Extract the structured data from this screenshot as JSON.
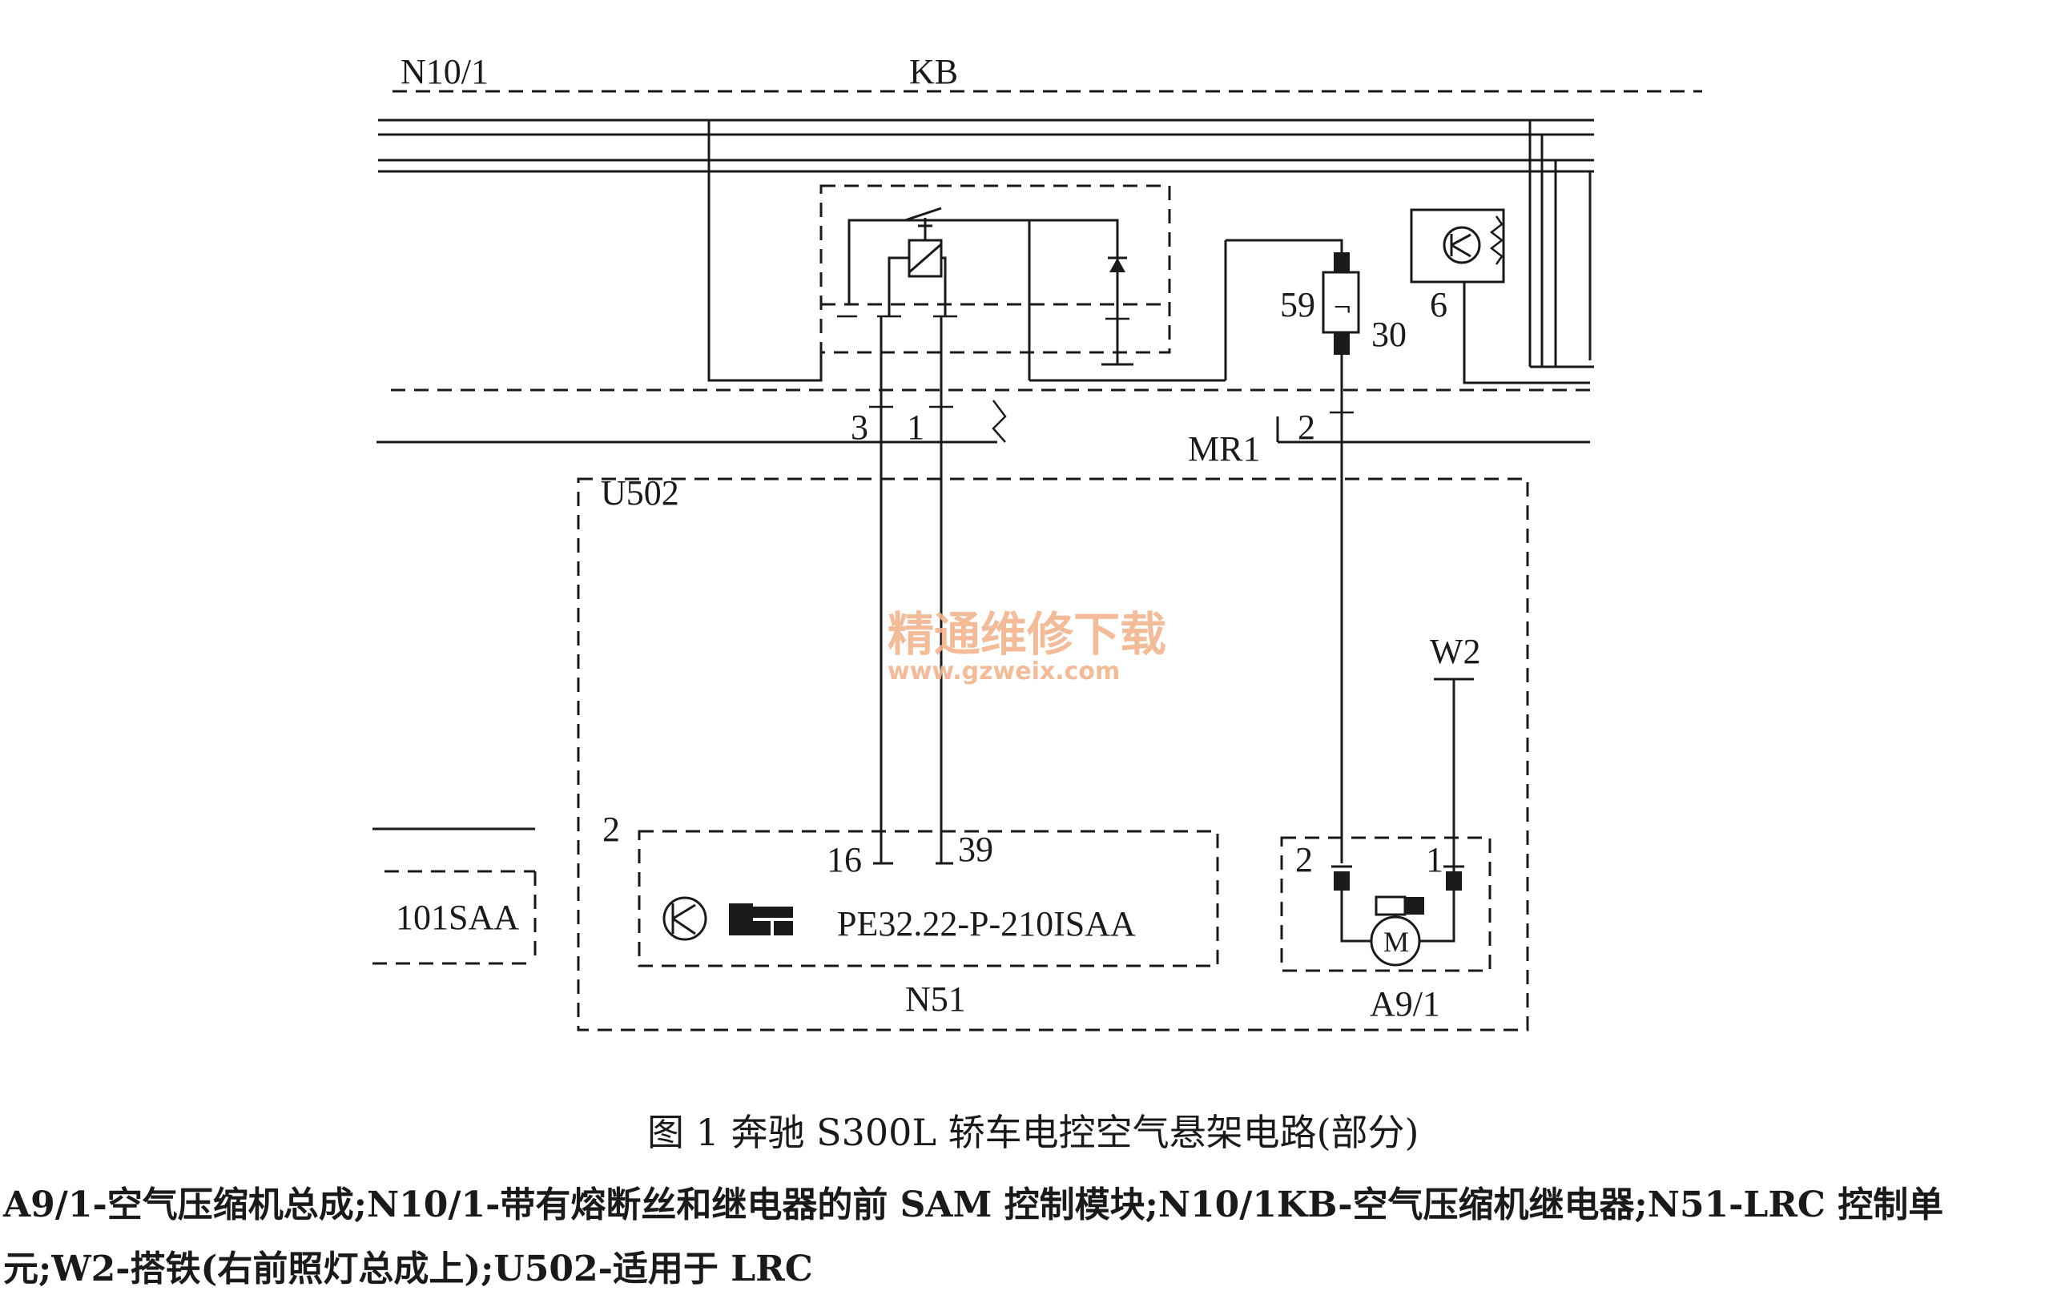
{
  "labels": {
    "n10_1": "N10/1",
    "kb": "KB",
    "pin_59": "59",
    "pin_30": "30",
    "pin_6": "6",
    "pin_3": "3",
    "pin_1_top": "1",
    "pin_2_mr1": "2",
    "mr1": "MR1",
    "u502": "U502",
    "w2": "W2",
    "pin_2_u502": "2",
    "pin_16": "16",
    "pin_39": "39",
    "module_code": "PE32.22-P-210ISAA",
    "n51": "N51",
    "left_box": "101SAA",
    "pin_2_a91": "2",
    "pin_1_a91": "1",
    "a9_1": "A9/1",
    "motor_symbol": "M"
  },
  "watermark": {
    "line1": "精通维修下载",
    "line2": "www.gzweix.com"
  },
  "caption": {
    "title": "图 1  奔驰 S300L 轿车电控空气悬架电路(部分)",
    "legend_line1": "A9/1-空气压缩机总成;N10/1-带有熔断丝和继电器的前 SAM 控制模块;N10/1KB-空气压缩机继电器;N51-LRC 控制单",
    "legend_line2": "元;W2-搭铁(右前照灯总成上);U502-适用于 LRC"
  }
}
